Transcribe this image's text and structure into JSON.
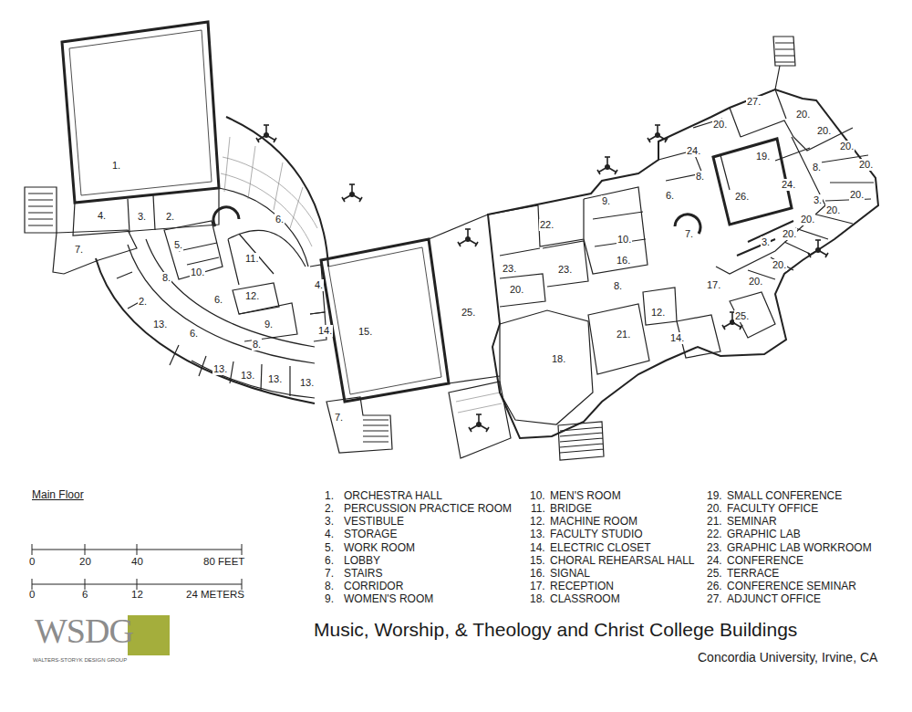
{
  "diagram": {
    "title": "Music, Worship, & Theology and Christ College Buildings",
    "caption": "Concordia University, Irvine, CA",
    "labels": [
      "Main Floor",
      "0",
      "20",
      "40",
      "80 FEET",
      "0",
      "6",
      "12",
      "24 METERS",
      "1.",
      "ORCHESTRA HALL",
      "2.",
      "PERCUSSION PRACTICE ROOM",
      "3.",
      "VESTIBULE",
      "4.",
      "STORAGE",
      "5.",
      "WORK ROOM",
      "6.",
      "LOBBY",
      "7.",
      "STAIRS",
      "8.",
      "CORRIDOR",
      "9.",
      "WOMEN'S ROOM",
      "10.",
      "MEN'S ROOM",
      "11.",
      "BRIDGE",
      "12.",
      "MACHINE ROOM",
      "13.",
      "FACULTY STUDIO",
      "14.",
      "ELECTRIC CLOSET",
      "15.",
      "CHORAL REHEARSAL HALL",
      "16.",
      "SIGNAL",
      "17.",
      "RECEPTION",
      "18.",
      "CLASSROOM",
      "19.",
      "SMALL CONFERENCE",
      "20.",
      "FACULTY OFFICE",
      "21.",
      "SEMINAR",
      "22.",
      "GRAPHIC LAB",
      "23.",
      "GRAPHIC LAB WORKROOM",
      "24.",
      "CONFERENCE",
      "25.",
      "TERRACE",
      "26.",
      "CONFERENCE SEMINAR",
      "27.",
      "ADJUNCT OFFICE",
      "1.",
      "4.",
      "3.",
      "2.",
      "7.",
      "5.",
      "10.",
      "8.",
      "6.",
      "2.",
      "13.",
      "11.",
      "12.",
      "6.",
      "9.",
      "6.",
      "8.",
      "13.",
      "13.",
      "13.",
      "13.",
      "4.",
      "14.",
      "15.",
      "7.",
      "25.",
      "22.",
      "9.",
      "10.",
      "23.",
      "23.",
      "16.",
      "20.",
      "8.",
      "18.",
      "21.",
      "12.",
      "14.",
      "17.",
      "25.",
      "6.",
      "7.",
      "26.",
      "24.",
      "8.",
      "20.",
      "27.",
      "19.",
      "24.",
      "8.",
      "20.",
      "20.",
      "20.",
      "20.",
      "20.",
      "3.",
      "20.",
      "20.",
      "3.",
      "20.",
      "20.",
      "20.",
      "WSDG",
      "WALTERS-STORYK DESIGN GROUP"
    ]
  }
}
